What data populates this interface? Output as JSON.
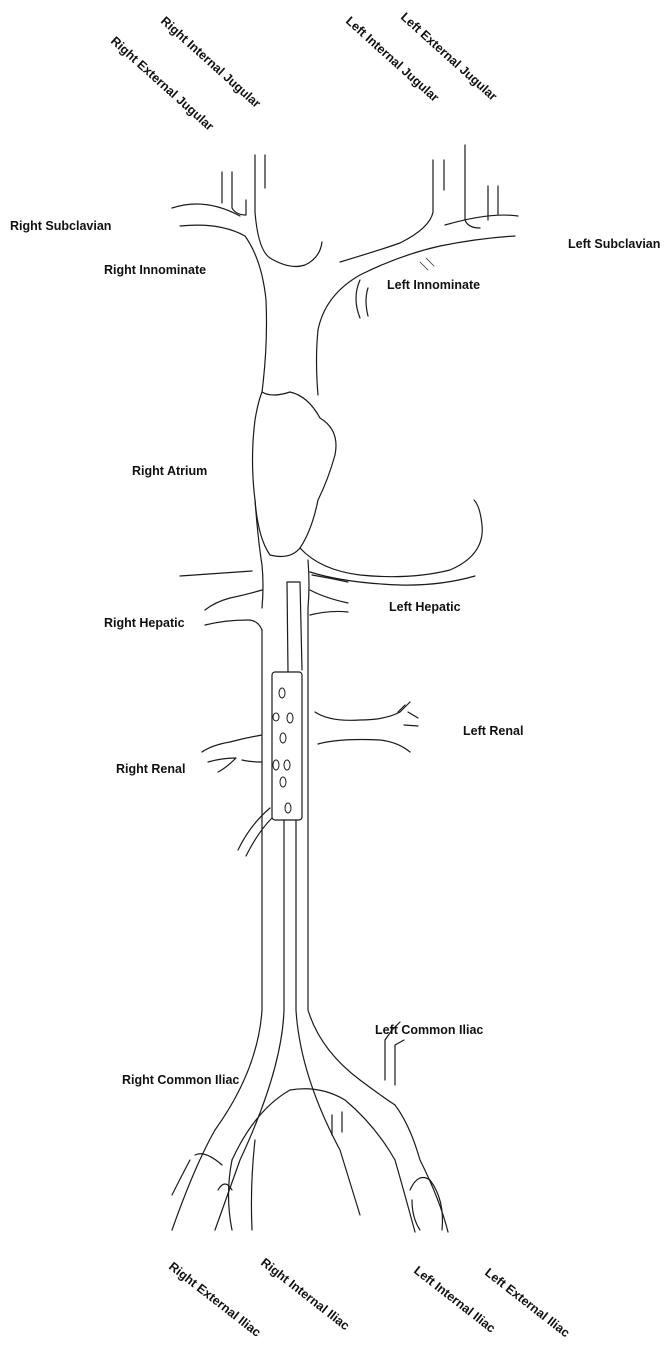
{
  "labels": {
    "right_internal_jugular": "Right Internal Jugular",
    "right_external_jugular": "Right External Jugular",
    "left_external_jugular": "Left External Jugular",
    "left_internal_jugular": "Left Internal Jugular",
    "right_subclavian": "Right Subclavian",
    "left_subclavian": "Left Subclavian",
    "right_innominate": "Right Innominate",
    "left_innominate": "Left Innominate",
    "right_atrium": "Right Atrium",
    "right_hepatic": "Right Hepatic",
    "left_hepatic": "Left Hepatic",
    "left_renal": "Left Renal",
    "right_renal": "Right Renal",
    "left_common_iliac": "Left Common Iliac",
    "right_common_iliac": "Right Common Iliac",
    "right_external_iliac": "Right External Iliac",
    "right_internal_iliac": "Right Internal Iliac",
    "left_internal_iliac": "Left Internal Iliac",
    "left_external_iliac": "Left External Iliac"
  },
  "colors": {
    "line": "#1a1a1a",
    "text": "#111111",
    "background": "#ffffff"
  }
}
